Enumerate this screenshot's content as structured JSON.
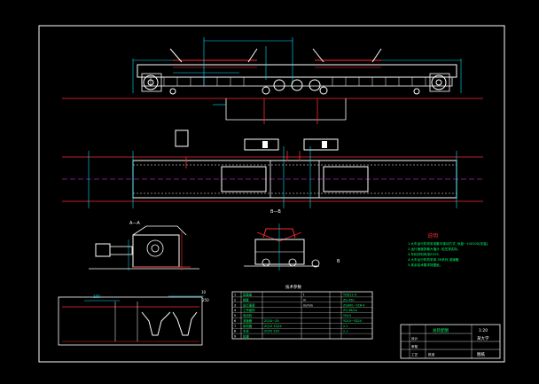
{
  "colors": {
    "background": "#000000",
    "frame": "#ffffff",
    "line_primary": "#ffffff",
    "line_red": "#ff2a2a",
    "line_green": "#00ff66",
    "line_cyan": "#00e5ff",
    "line_magenta": "#ff33ff",
    "line_yellow": "#ffff33"
  },
  "labels": {
    "section_aa": "A—A",
    "section_bb": "B—B",
    "label_b": "B",
    "dim_100": "100",
    "dim_10": "10",
    "dim_250": "250"
  },
  "notes": {
    "heading": "说明",
    "items": [
      "1.大车运行机构采用集中驱动方式, 轨距~10X200[安装]",
      "2.运行速度按最大值计, 轮压按实际。",
      "3.车轮材料采用ZG55,",
      "4.大车运行机构采用 ZK系列 减速器,",
      "5.其余技术要求按图纸。"
    ]
  },
  "spec_table": {
    "title": "技术参数",
    "rows": [
      [
        "1",
        "起重量",
        "",
        "t",
        "YDD12-4"
      ],
      [
        "2",
        "跨度",
        "",
        "m",
        "ZQ 450"
      ],
      [
        "3",
        "运行速度",
        "",
        "m/min",
        "ZQ400~YZR-4"
      ],
      [
        "4",
        "工作级别",
        "",
        "",
        "ZQ 48/24"
      ],
      [
        "5",
        "电动机",
        "",
        "",
        "YD10"
      ],
      [
        "6",
        "减速器",
        "ZQ10~Z4",
        "",
        "YD10~YD24"
      ],
      [
        "7",
        "制动器",
        "ZQ10 ZQ24",
        "",
        "2.1"
      ],
      [
        "8",
        "车轮",
        "ZG55 ZG5",
        "",
        "2.1"
      ],
      [
        "9",
        "轨道",
        "",
        "",
        ""
      ]
    ]
  },
  "title_block": {
    "drawing_name": "总装配图",
    "school": "某大学",
    "sheet": "图纸",
    "scale": "1:20",
    "material": "",
    "rows_left": [
      "设计",
      "审核",
      "工艺",
      "批准"
    ]
  }
}
